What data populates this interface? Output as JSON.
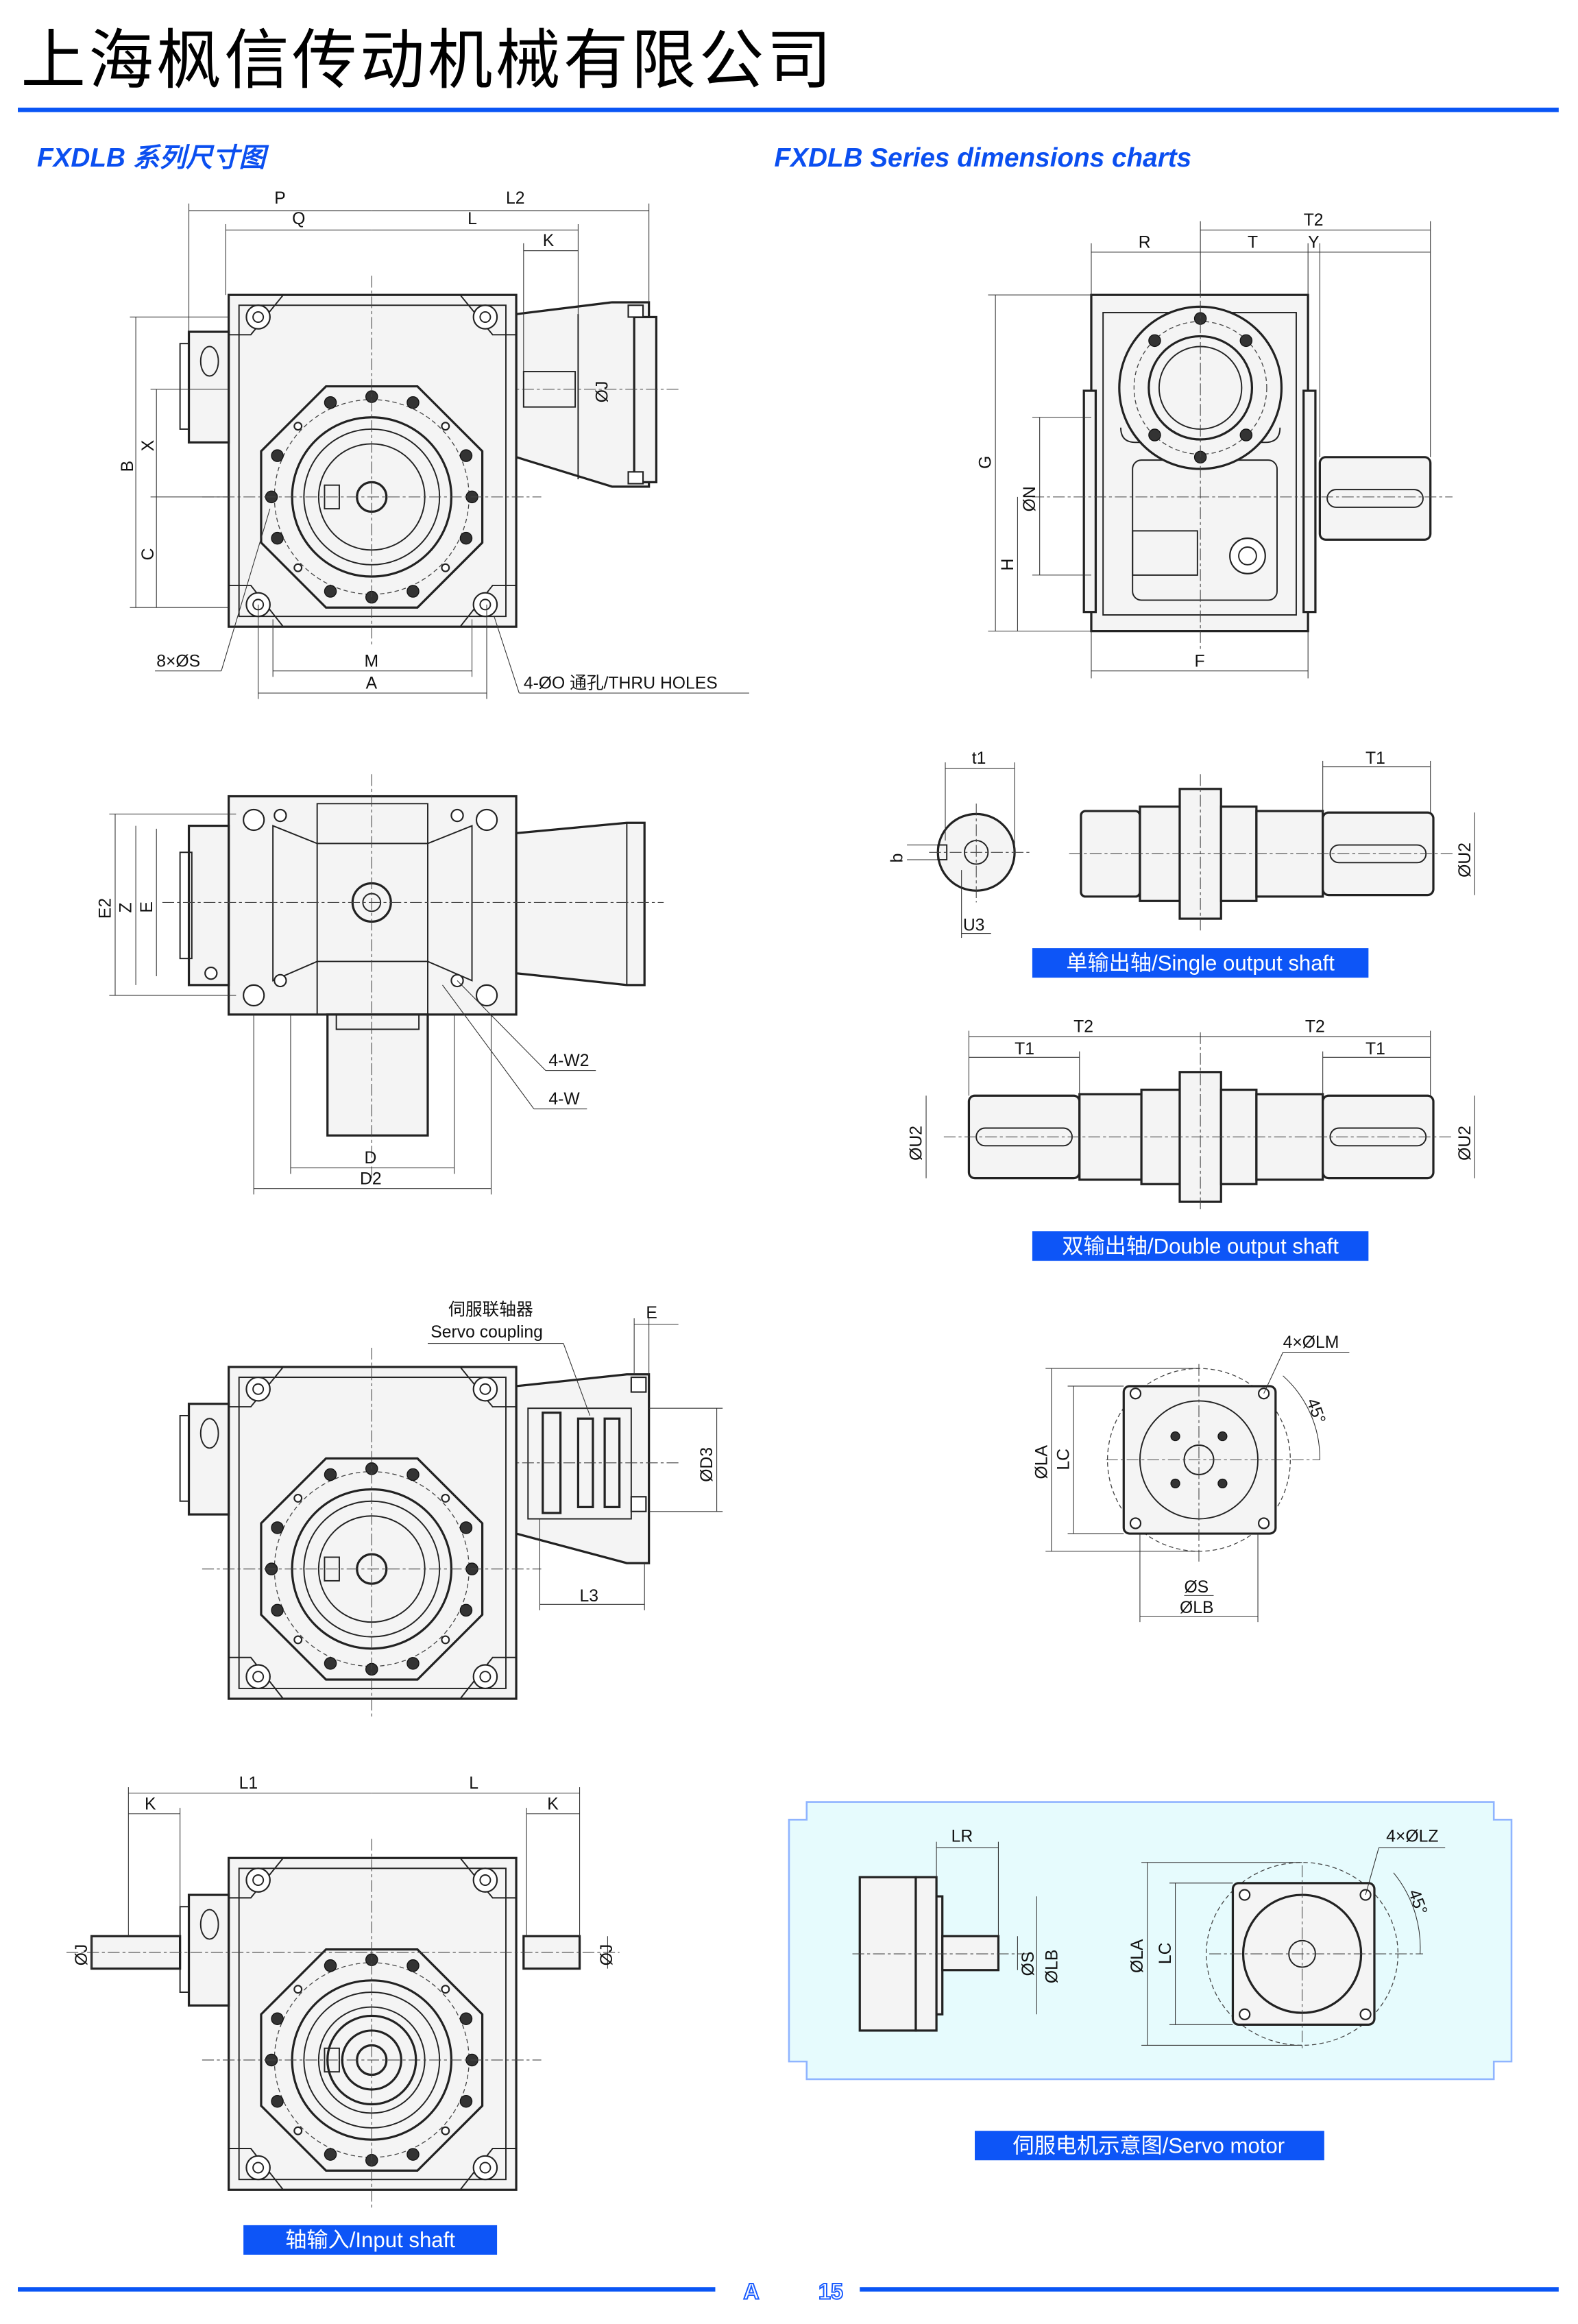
{
  "header": {
    "company_name": "上海枫信传动机械有限公司",
    "heading_cn": "FXDLB 系列尺寸图",
    "heading_en": "FXDLB  Series dimensions charts"
  },
  "colors": {
    "accent": "#0b4ff0",
    "badge": "#0d55f7",
    "panel_bg": "#e6fbfd",
    "panel_border": "#8fb4ff"
  },
  "front_view": {
    "labels": {
      "P": "P",
      "L2": "L2",
      "Q": "Q",
      "L": "L",
      "K": "K",
      "J": "ØJ",
      "B": "B",
      "X": "X",
      "C": "C",
      "S": "8×ØS",
      "M": "M",
      "A": "A",
      "thru": "4-ØO 通孔/THRU HOLES"
    }
  },
  "side_view": {
    "labels": {
      "T2": "T2",
      "R": "R",
      "T": "T",
      "Y": "Y",
      "G": "G",
      "N": "ØN",
      "H": "H",
      "F": "F"
    }
  },
  "top_view": {
    "labels": {
      "E2": "E2",
      "Z": "Z",
      "E": "E",
      "W2": "4-W2",
      "W": "4-W",
      "D": "D",
      "D2": "D2"
    }
  },
  "single_shaft": {
    "badge": "单输出轴/Single output shaft",
    "labels": {
      "t1": "t1",
      "b": "b",
      "U3": "U3",
      "T1": "T1",
      "U2": "ØU2"
    }
  },
  "double_shaft": {
    "badge": "双输出轴/Double output shaft",
    "labels": {
      "T2a": "T2",
      "T2b": "T2",
      "T1a": "T1",
      "T1b": "T1",
      "U2a": "ØU2",
      "U2b": "ØU2"
    }
  },
  "servo_coupling_view": {
    "labels": {
      "cn": "伺服联轴器",
      "en": "Servo coupling",
      "E": "E",
      "D3": "ØD3",
      "L3": "L3"
    }
  },
  "flange_view": {
    "labels": {
      "LM": "4×ØLM",
      "angle": "45°",
      "LA": "ØLA",
      "LC": "LC",
      "S": "ØS",
      "LB": "ØLB"
    }
  },
  "input_shaft_view": {
    "badge": "轴输入/Input shaft",
    "labels": {
      "L1": "L1",
      "L": "L",
      "Ka": "K",
      "Kb": "K",
      "Ja": "ØJ",
      "Jb": "ØJ"
    }
  },
  "servo_motor": {
    "badge": "伺服电机示意图/Servo motor",
    "labels": {
      "LR": "LR",
      "LZ": "4×ØLZ",
      "angle": "45°",
      "S": "ØS",
      "LB": "ØLB",
      "LA": "ØLA",
      "LC": "LC"
    }
  },
  "footer": {
    "section": "A",
    "page": "15"
  }
}
